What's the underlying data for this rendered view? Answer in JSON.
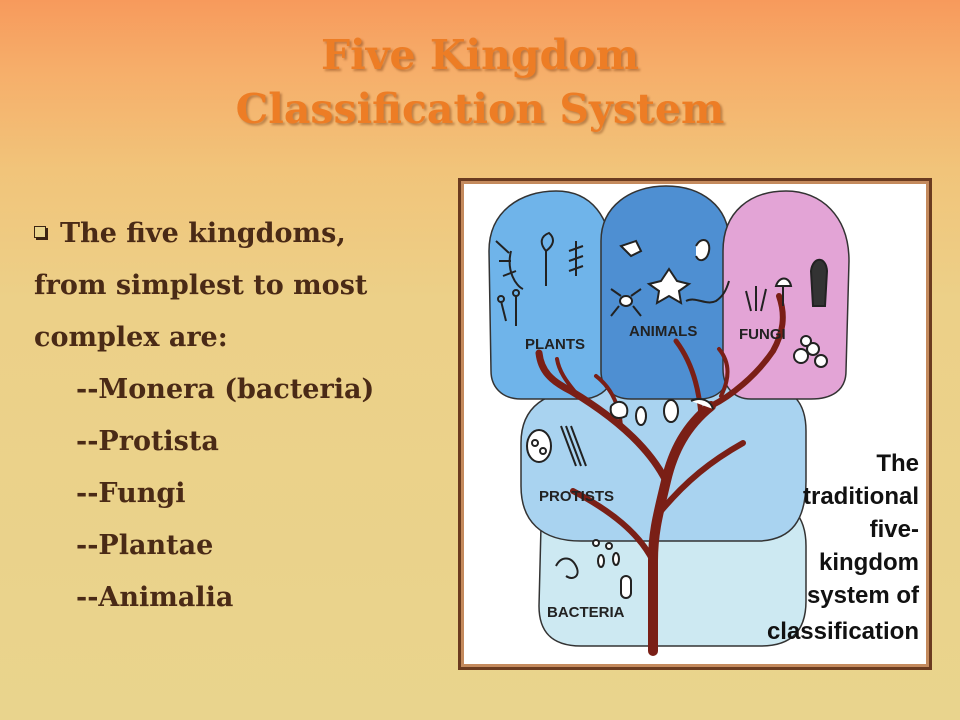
{
  "slide": {
    "title_line1": "Five Kingdom",
    "title_line2": "Classification System",
    "bullet_intro_line1": "The five kingdoms,",
    "bullet_intro_line2": "from simplest to most",
    "bullet_intro_line3": "complex are:",
    "kingdoms": [
      "--Monera (bacteria)",
      "--Protista",
      "--Fungi",
      "--Plantae",
      "--Animalia"
    ]
  },
  "diagram": {
    "labels": {
      "plants": "PLANTS",
      "animals": "ANIMALS",
      "fungi": "FUNGI",
      "protists": "PROTISTS",
      "bacteria": "BACTERIA"
    },
    "caption_lines": [
      "The",
      "traditional",
      "five-",
      "kingdom",
      "system of",
      "classification"
    ],
    "colors": {
      "plants": "#6fb4ea",
      "animals": "#4e8fd2",
      "fungi": "#e3a4d6",
      "protists": "#a9d3f0",
      "bacteria": "#cde9f2",
      "tree": "#7a1f16",
      "accent_title": "#ed7d25",
      "frame": "#6b3b1f"
    }
  }
}
